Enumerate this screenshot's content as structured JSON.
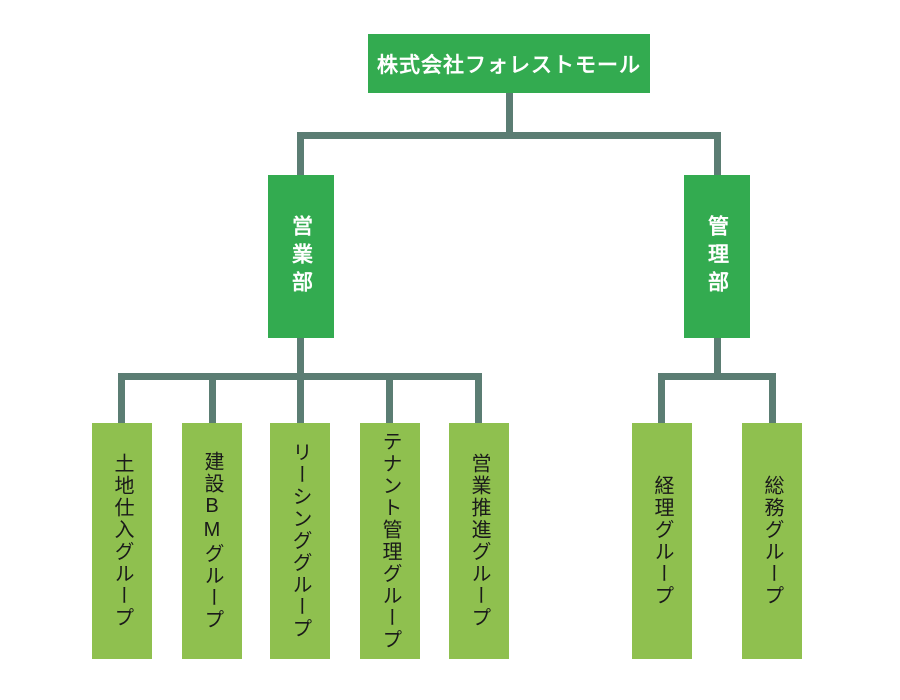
{
  "org_chart": {
    "company": {
      "label": "株式会社フォレストモール"
    },
    "departments": [
      {
        "label": "営業部",
        "groups": [
          "土地仕入グループ",
          "建設BMグループ",
          "リーシンググループ",
          "テナント管理グループ",
          "営業推進グループ"
        ]
      },
      {
        "label": "管理部",
        "groups": [
          "経理グループ",
          "総務グループ"
        ]
      }
    ],
    "colors": {
      "department_box": "#33ab50",
      "group_box": "#8fc04f",
      "connector_line": "#5b7d73",
      "department_text": "#ffffff",
      "group_text": "#1a1a1a",
      "background": "#ffffff"
    }
  }
}
